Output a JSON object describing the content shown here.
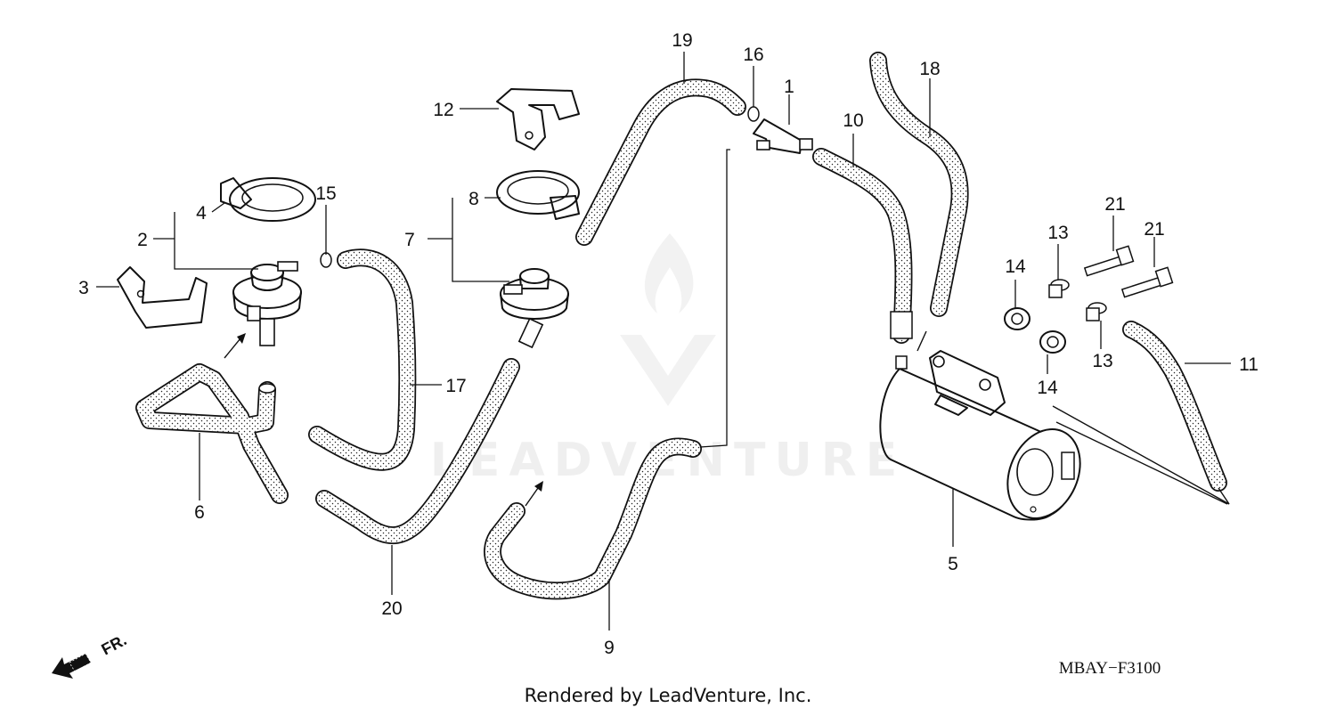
{
  "diagram": {
    "callouts": [
      {
        "id": "1",
        "label": "1"
      },
      {
        "id": "2",
        "label": "2"
      },
      {
        "id": "3",
        "label": "3"
      },
      {
        "id": "4",
        "label": "4"
      },
      {
        "id": "5",
        "label": "5"
      },
      {
        "id": "6",
        "label": "6"
      },
      {
        "id": "7",
        "label": "7"
      },
      {
        "id": "8",
        "label": "8"
      },
      {
        "id": "9",
        "label": "9"
      },
      {
        "id": "10",
        "label": "10"
      },
      {
        "id": "11",
        "label": "11"
      },
      {
        "id": "12",
        "label": "12"
      },
      {
        "id": "13a",
        "label": "13"
      },
      {
        "id": "13b",
        "label": "13"
      },
      {
        "id": "14a",
        "label": "14"
      },
      {
        "id": "14b",
        "label": "14"
      },
      {
        "id": "15",
        "label": "15"
      },
      {
        "id": "16",
        "label": "16"
      },
      {
        "id": "17",
        "label": "17"
      },
      {
        "id": "18",
        "label": "18"
      },
      {
        "id": "19",
        "label": "19"
      },
      {
        "id": "20",
        "label": "20"
      },
      {
        "id": "21a",
        "label": "21"
      },
      {
        "id": "21b",
        "label": "21"
      }
    ],
    "front_indicator": "FR.",
    "diagram_code": "MBAY−F3100",
    "watermark": "LEADVENTURE",
    "credit": "Rendered by LeadVenture, Inc."
  },
  "colors": {
    "ink": "#111111",
    "hose_fill": "#ffffff",
    "watermark": "#000000"
  }
}
